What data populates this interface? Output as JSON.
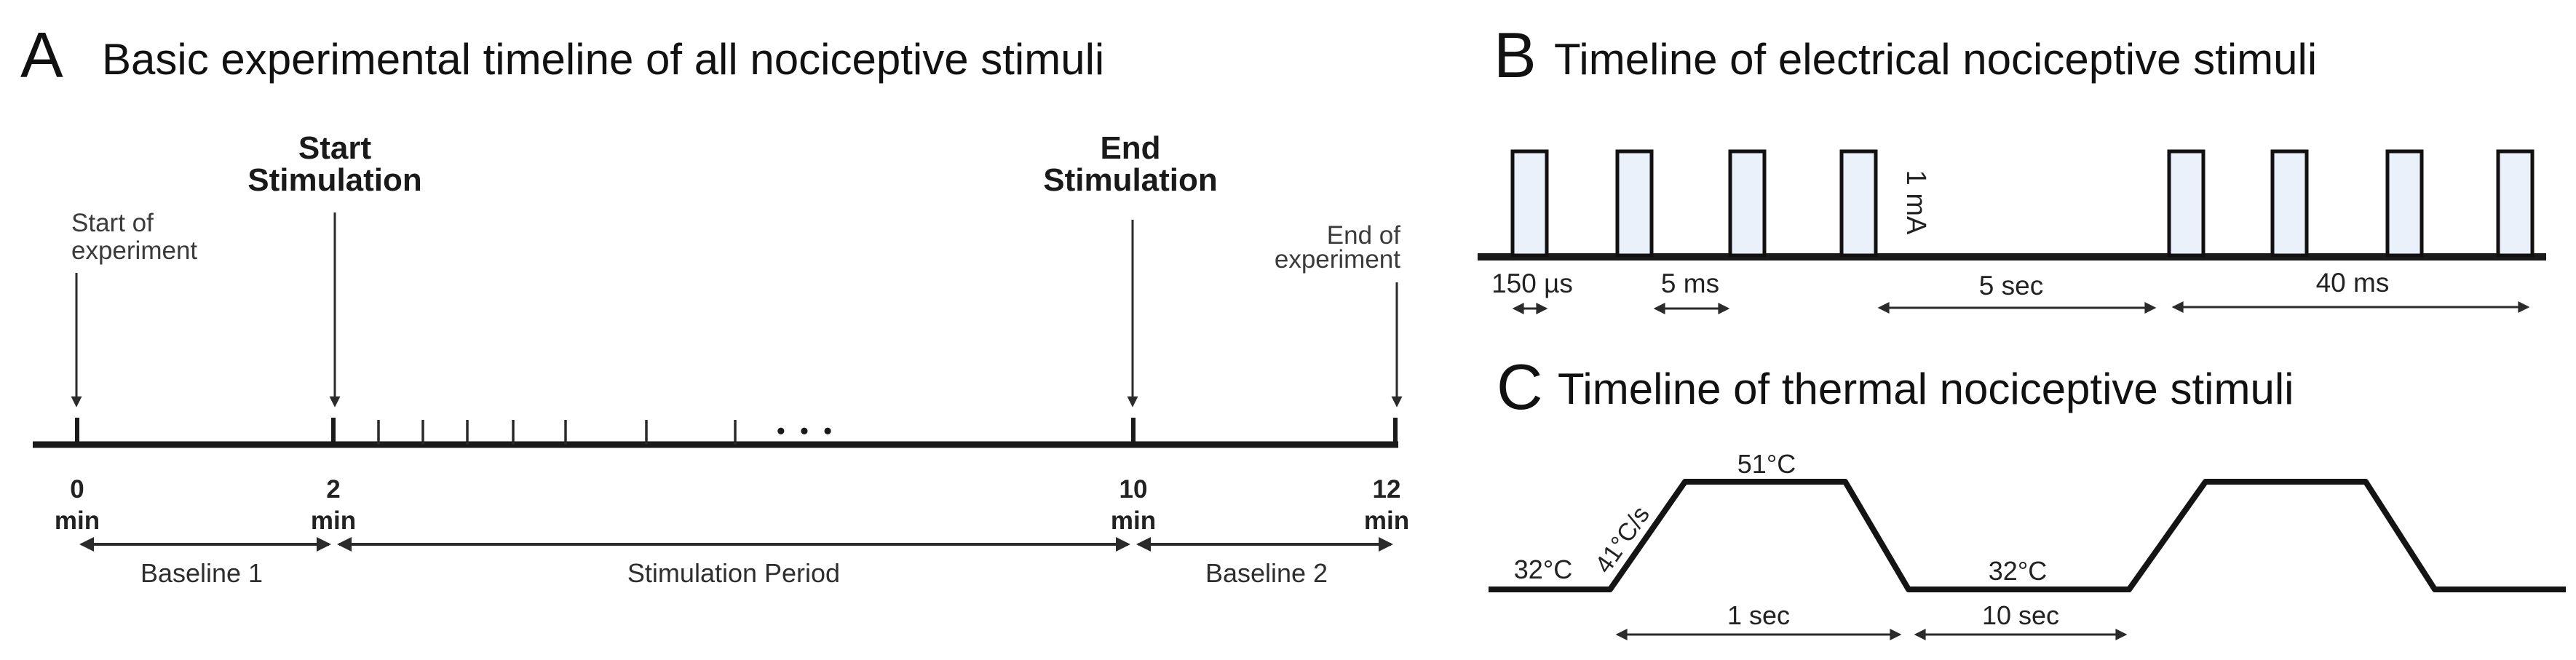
{
  "figure": {
    "background_color": "#ffffff",
    "line_color": "#1a1a1a",
    "pulse_fill_color": "#ebf1fa"
  },
  "panel_a": {
    "label": "A",
    "title": "Basic experimental timeline of all nociceptive stimuli",
    "events": {
      "start_experiment": [
        "Start of",
        "experiment"
      ],
      "start_stimulation": [
        "Start",
        "Stimulation"
      ],
      "end_stimulation": [
        "End",
        "Stimulation"
      ],
      "end_experiment": [
        "End of",
        "experiment"
      ]
    },
    "ticks": [
      {
        "value": "0",
        "unit": "min"
      },
      {
        "value": "2",
        "unit": "min"
      },
      {
        "value": "10",
        "unit": "min"
      },
      {
        "value": "12",
        "unit": "min"
      }
    ],
    "continuation_dots": "• • •",
    "periods": [
      {
        "label": "Baseline 1"
      },
      {
        "label": "Stimulation Period"
      },
      {
        "label": "Baseline 2"
      }
    ]
  },
  "panel_b": {
    "label": "B",
    "title": "Timeline of electrical nociceptive stimuli",
    "amplitude_label": "1 mA",
    "pulse_count": 8,
    "duration_labels": {
      "pulse_width": "150 µs",
      "inter_pulse_interval": "5 ms",
      "inter_train_interval": "5 sec",
      "train_duration": "40 ms"
    }
  },
  "panel_c": {
    "label": "C",
    "title": "Timeline of thermal nociceptive stimuli",
    "baseline_temp_left": "32°C",
    "ramp_rate": "41°C/s",
    "peak_temp": "51°C",
    "baseline_temp_mid": "32°C",
    "durations": {
      "peak_phase": "1 sec",
      "baseline_phase": "10 sec"
    }
  }
}
